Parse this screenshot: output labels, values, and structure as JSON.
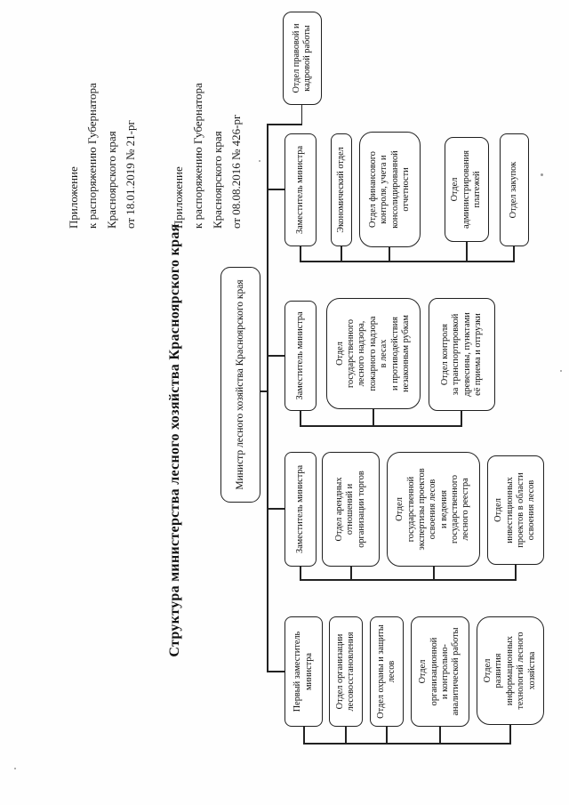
{
  "appendix_notes": {
    "note1": "Приложение\nк распоряжению Губернатора\nКрасноярского края\nот 18.01.2019 № 21-рг",
    "note2": "Приложение\nк распоряжению Губернатора\nКрасноярского края\nот 08.08.2016 № 426-рг"
  },
  "title": "Структура министерства лесного хозяйства Красноярского края",
  "chart": {
    "type": "org-chart",
    "root": "Министр лесного хозяйства Красноярского края",
    "direct_department": "Отдел правовой и\nкадровой работы",
    "branches": [
      {
        "head": "Первый заместитель\nминистра",
        "departments": [
          "Отдел организации\nлесовосстановления",
          "Отдел охраны и защиты\nлесов",
          "Отдел\nорганизационной\nи контрольно-\nаналитической работы",
          "Отдел\nразвития\nинформационных\nтехнологий лесного\nхозяйства"
        ]
      },
      {
        "head": "Заместитель министра",
        "departments": [
          "Отдел арендных\nотношений и\nорганизации торгов",
          "Отдел\nгосударственной\nэкспертизы проектов\nосвоения лесов\nи ведения\nгосударственного\nлесного реестра",
          "Отдел\nинвестиционных\nпроектов в области\nосвоения лесов"
        ]
      },
      {
        "head": "Заместитель министра",
        "departments": [
          "Отдел\nгосударственного\nлесного надзора,\nпожарного надзора\nв лесах\nи противодействия\nнезаконным рубкам",
          "Отдел контроля\nза транспортировкой\nдревесины, пунктами\nеё приема и отгрузки"
        ]
      },
      {
        "head": "Заместитель министра",
        "departments": [
          "Экономический отдел",
          "Отдел финансового\nконтроля, учета и\nконсолидированной\nотчетности",
          "Отдел\nадминистрирования\nплатежей",
          "Отдел закупок"
        ]
      }
    ]
  }
}
